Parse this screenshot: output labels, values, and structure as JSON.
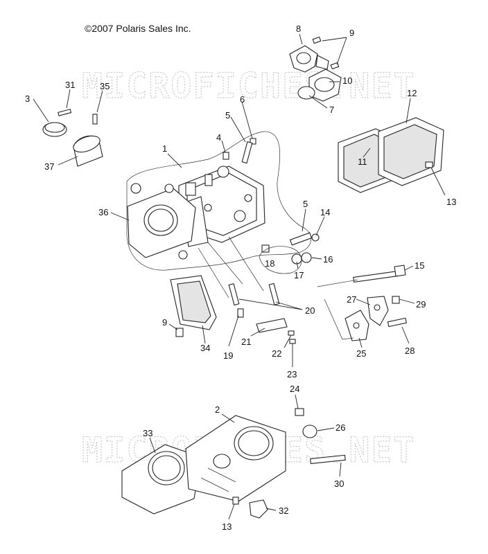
{
  "copyright": "©2007 Polaris Sales Inc.",
  "watermark": [
    "MICROFICHES.NET",
    "MICROFICHES.NET"
  ],
  "callouts": {
    "c8": "8",
    "c9a": "9",
    "c10": "10",
    "c7": "7",
    "c31": "31",
    "c35": "35",
    "c3": "3",
    "c37": "37",
    "c6": "6",
    "c5a": "5",
    "c4": "4",
    "c1": "1",
    "c36": "36",
    "c12": "12",
    "c11": "11",
    "c13a": "13",
    "c5b": "5",
    "c14": "14",
    "c16": "16",
    "c17": "17",
    "c18": "18",
    "c15": "15",
    "c27": "27",
    "c29": "29",
    "c20": "20",
    "c9b": "9",
    "c34": "34",
    "c19": "19",
    "c21": "21",
    "c22": "22",
    "c23": "23",
    "c25": "25",
    "c28": "28",
    "c24": "24",
    "c2": "2",
    "c26": "26",
    "c33": "33",
    "c30": "30",
    "c13b": "13",
    "c32": "32"
  }
}
